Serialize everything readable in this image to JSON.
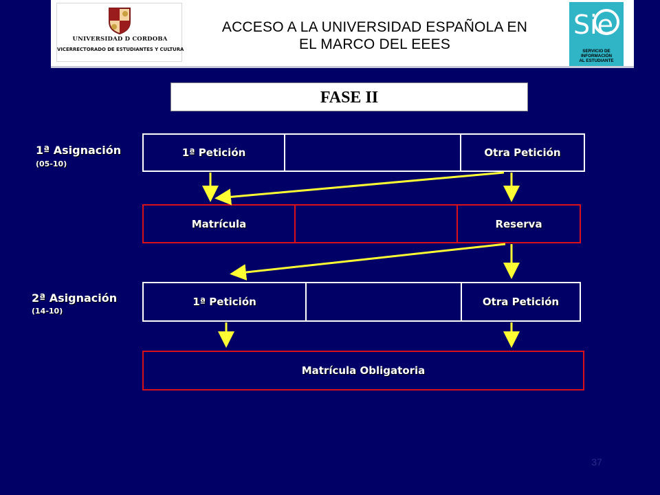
{
  "header": {
    "logo_uco": {
      "name": "UNIVERSIDAD D CORDOBA",
      "subtitle": "VICERRECTORADO DE ESTUDIANTES Y CULTURA"
    },
    "title_line1": "ACCESO A LA UNIVERSIDAD ESPAÑOLA EN",
    "title_line2": "EL MARCO DEL EEES",
    "logo_sie": {
      "mark": "Sie",
      "caption_line1": "SERVICIO DE",
      "caption_line2": "INFORMACIÓN",
      "caption_line3": "AL ESTUDIANTE"
    }
  },
  "phase_title": "FASE II",
  "round1": {
    "label": "1ª Asignación",
    "date": "(05-10)",
    "cells": [
      "1ª  Petición",
      "",
      "Otra Petición"
    ]
  },
  "decision1": {
    "cells": [
      "Matrícula",
      "",
      "Reserva"
    ]
  },
  "round2": {
    "label": "2ª Asignación",
    "date": "(14-10)",
    "cells": [
      "1ª  Petición",
      "",
      "Otra Petición"
    ]
  },
  "final": {
    "cells": [
      "Matrícula Obligatoria"
    ]
  },
  "slide_number": "37",
  "colors": {
    "background": "#000066",
    "arrow": "#ffff33",
    "decision_border": "#d8101a",
    "request_border": "#ffffff",
    "sie_logo": "#2fb5c6"
  }
}
